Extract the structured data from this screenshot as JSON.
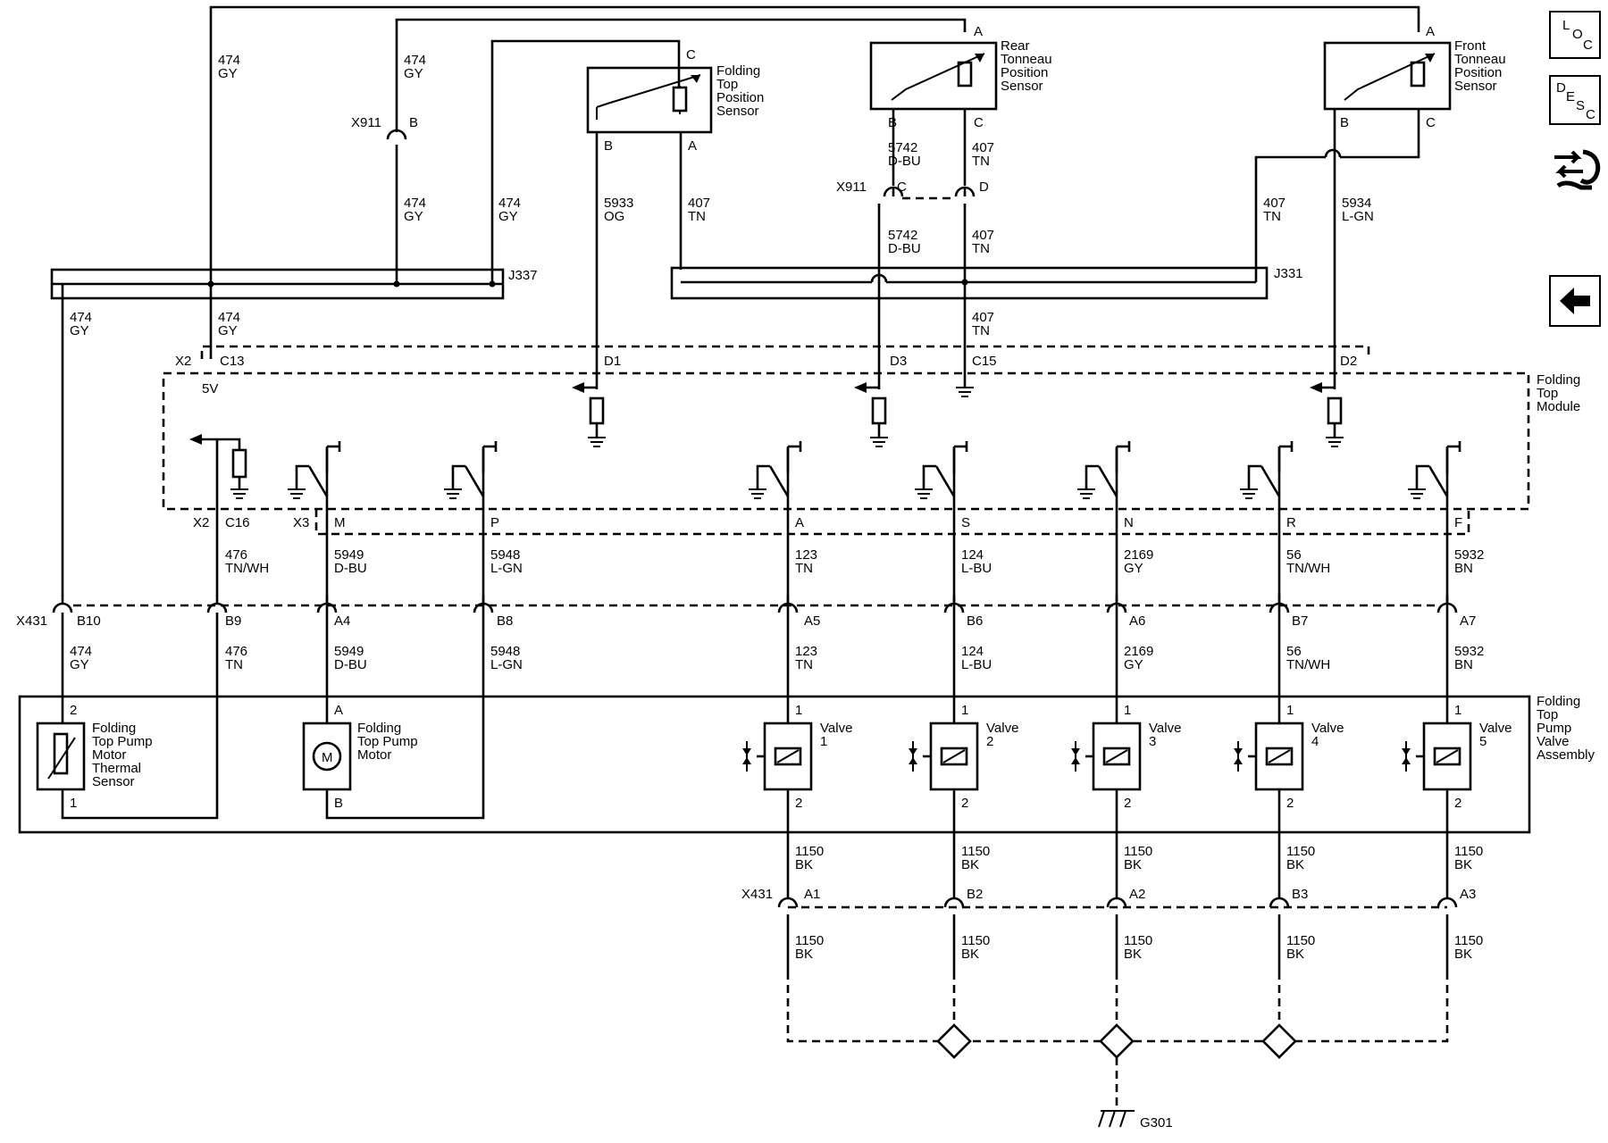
{
  "nav": {
    "loc_top": "L",
    "loc_o": "O",
    "loc_c": "C",
    "desc_d": "D",
    "desc_e": "E",
    "desc_s": "S",
    "desc_c": "C"
  },
  "components": {
    "folding_top_sensor": "Folding\nTop\nPosition\nSensor",
    "rear_sensor": "Rear\nTonneau\nPosition\nSensor",
    "front_sensor": "Front\nTonneau\nPosition\nSensor",
    "module": "Folding\nTop\nModule",
    "pump_assembly": "Folding\nTop\nPump\nValve\nAssembly",
    "thermal_sensor": "Folding\nTop Pump\nMotor\nThermal\nSensor",
    "pump_motor": "Folding\nTop Pump\nMotor",
    "motor_symbol": "M",
    "valves": [
      "Valve\n1",
      "Valve\n2",
      "Valve\n3",
      "Valve\n4",
      "Valve\n5"
    ]
  },
  "connectors": {
    "x911": "X911",
    "x2": "X2",
    "x3": "X3",
    "x431": "X431",
    "j337": "J337",
    "j331": "J331",
    "g301": "G301",
    "five_v": "5V"
  },
  "wire_labels": [
    {
      "id": "w474a",
      "text": "474\nGY"
    },
    {
      "id": "w474b",
      "text": "474\nGY"
    },
    {
      "id": "w474c",
      "text": "474\nGY"
    },
    {
      "id": "w474d",
      "text": "474\nGY"
    },
    {
      "id": "w474e",
      "text": "474\nGY"
    },
    {
      "id": "w474f",
      "text": "474\nGY"
    },
    {
      "id": "w5933",
      "text": "5933\nOG"
    },
    {
      "id": "w407a",
      "text": "407\nTN"
    },
    {
      "id": "w5742a",
      "text": "5742\nD-BU"
    },
    {
      "id": "w407b",
      "text": "407\nTN"
    },
    {
      "id": "w5742b",
      "text": "5742\nD-BU"
    },
    {
      "id": "w407c",
      "text": "407\nTN"
    },
    {
      "id": "w407d",
      "text": "407\nTN"
    },
    {
      "id": "w407e",
      "text": "407\nTN"
    },
    {
      "id": "w5934",
      "text": "5934\nL-GN"
    },
    {
      "id": "w476a",
      "text": "476\nTN/WH"
    },
    {
      "id": "w5949a",
      "text": "5949\nD-BU"
    },
    {
      "id": "w5948a",
      "text": "5948\nL-GN"
    },
    {
      "id": "w123a",
      "text": "123\nTN"
    },
    {
      "id": "w124a",
      "text": "124\nL-BU"
    },
    {
      "id": "w2169a",
      "text": "2169\nGY"
    },
    {
      "id": "w56a",
      "text": "56\nTN/WH"
    },
    {
      "id": "w5932a",
      "text": "5932\nBN"
    },
    {
      "id": "w474g",
      "text": "474\nGY"
    },
    {
      "id": "w476b",
      "text": "476\nTN"
    },
    {
      "id": "w5949b",
      "text": "5949\nD-BU"
    },
    {
      "id": "w5948b",
      "text": "5948\nL-GN"
    },
    {
      "id": "w123b",
      "text": "123\nTN"
    },
    {
      "id": "w124b",
      "text": "124\nL-BU"
    },
    {
      "id": "w2169b",
      "text": "2169\nGY"
    },
    {
      "id": "w56b",
      "text": "56\nTN/WH"
    },
    {
      "id": "w5932b",
      "text": "5932\nBN"
    },
    {
      "id": "w1150a1",
      "text": "1150\nBK"
    },
    {
      "id": "w1150a2",
      "text": "1150\nBK"
    },
    {
      "id": "w1150a3",
      "text": "1150\nBK"
    },
    {
      "id": "w1150a4",
      "text": "1150\nBK"
    },
    {
      "id": "w1150a5",
      "text": "1150\nBK"
    },
    {
      "id": "w1150b1",
      "text": "1150\nBK"
    },
    {
      "id": "w1150b2",
      "text": "1150\nBK"
    },
    {
      "id": "w1150b3",
      "text": "1150\nBK"
    },
    {
      "id": "w1150b4",
      "text": "1150\nBK"
    },
    {
      "id": "w1150b5",
      "text": "1150\nBK"
    }
  ],
  "pins": {
    "x911_b": "B",
    "fts_c": "C",
    "fts_b": "B",
    "fts_a": "A",
    "rts_a": "A",
    "rts_b": "B",
    "rts_c": "C",
    "x911_c": "C",
    "x911_d": "D",
    "frs_a": "A",
    "frs_b": "B",
    "frs_c": "C",
    "x2_c13": "C13",
    "x2_d1": "D1",
    "x2_d3": "D3",
    "x2_c15": "C15",
    "x2_d2": "D2",
    "x2_c16": "C16",
    "x3_m": "M",
    "x3_p": "P",
    "x3_a": "A",
    "x3_s": "S",
    "x3_n": "N",
    "x3_r": "R",
    "x3_f": "F",
    "x431_b10": "B10",
    "x431_b9": "B9",
    "x431_a4": "A4",
    "x431_b8": "B8",
    "x431_a5": "A5",
    "x431_b6": "B6",
    "x431_a6": "A6",
    "x431_b7": "B7",
    "x431_a7": "A7",
    "thermal_2": "2",
    "thermal_1": "1",
    "motor_a": "A",
    "motor_b": "B",
    "v1_1": "1",
    "v1_2": "2",
    "v2_1": "1",
    "v2_2": "2",
    "v3_1": "1",
    "v3_2": "2",
    "v4_1": "1",
    "v4_2": "2",
    "v5_1": "1",
    "v5_2": "2",
    "x431_a1": "A1",
    "x431_b2": "B2",
    "x431_a2": "A2",
    "x431_b3": "B3",
    "x431_a3": "A3"
  }
}
